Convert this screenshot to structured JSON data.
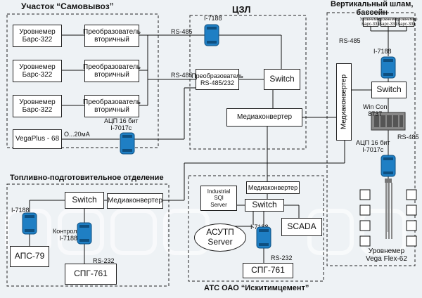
{
  "regions": {
    "samovyvoz": "Участок “Самовывоз”",
    "czl": "ЦЗЛ",
    "shlam": "Вертикальный шлам,\nбассейн",
    "toplivo": "Топливно-подготовительное отделение",
    "ats": "АТС ОАО “Искитимцемент”"
  },
  "boxes": {
    "level1": "Уровнемер\nБарс-322",
    "level2": "Уровнемер\nБарс-322",
    "level3": "Уровнемер\nБарс-322",
    "vega": "VegaPlus - 68",
    "conv1": "Преобразователь\nвторичный",
    "conv2": "Преобразователь\nвторичный",
    "conv3": "Преобразователь\nвторичный",
    "rs_conv": "Преобразователь\nRS-485/232",
    "czl_switch": "Switch",
    "czl_media": "Медиаконвертер",
    "shlam_switch": "Switch",
    "shlam_media": "Медиаконвертер",
    "bars1": "Уровнемер\nБарс-331",
    "bars2": "Уровнемер\nБарс-331",
    "bars3": "Уровнемер\nБарс-331",
    "top_switch": "Switch",
    "top_media": "Медиаконвертер",
    "aps": "АПС-79",
    "spg_left": "СПГ-761",
    "sql": "Industrial\nSQl\nServer",
    "ats_media": "Медиаконвертер",
    "ats_switch": "Switch",
    "scada": "SCADA",
    "asutp": "АСУТП\nServer",
    "spg_ats": "СПГ-761"
  },
  "labels": {
    "rs485_a": "RS-485",
    "rs485_b": "RS-485",
    "rs485_c": "RS-485",
    "rs485_d": "RS-485",
    "i7188_czl": "I-7188",
    "i7188_shlam": "I-7188",
    "adc1": "АЦП 16 бит\nI-7017c",
    "adc2": "АЦП 16 бит\nI-7017c",
    "ma": "О...20мА",
    "wincon": "Win Con\n8737",
    "vega_flex": "Уровнемер\nVega Flex-62",
    "i7188_top": "I-7188",
    "controller": "Контролер\nI-7188",
    "rs232_a": "RS-232",
    "i7188_ats": "I-7188",
    "rs232_b": "RS-232"
  },
  "colors": {
    "device_blue": "#1f7fc4",
    "device_dark": "#0e4f80",
    "background": "#eef2f5"
  }
}
